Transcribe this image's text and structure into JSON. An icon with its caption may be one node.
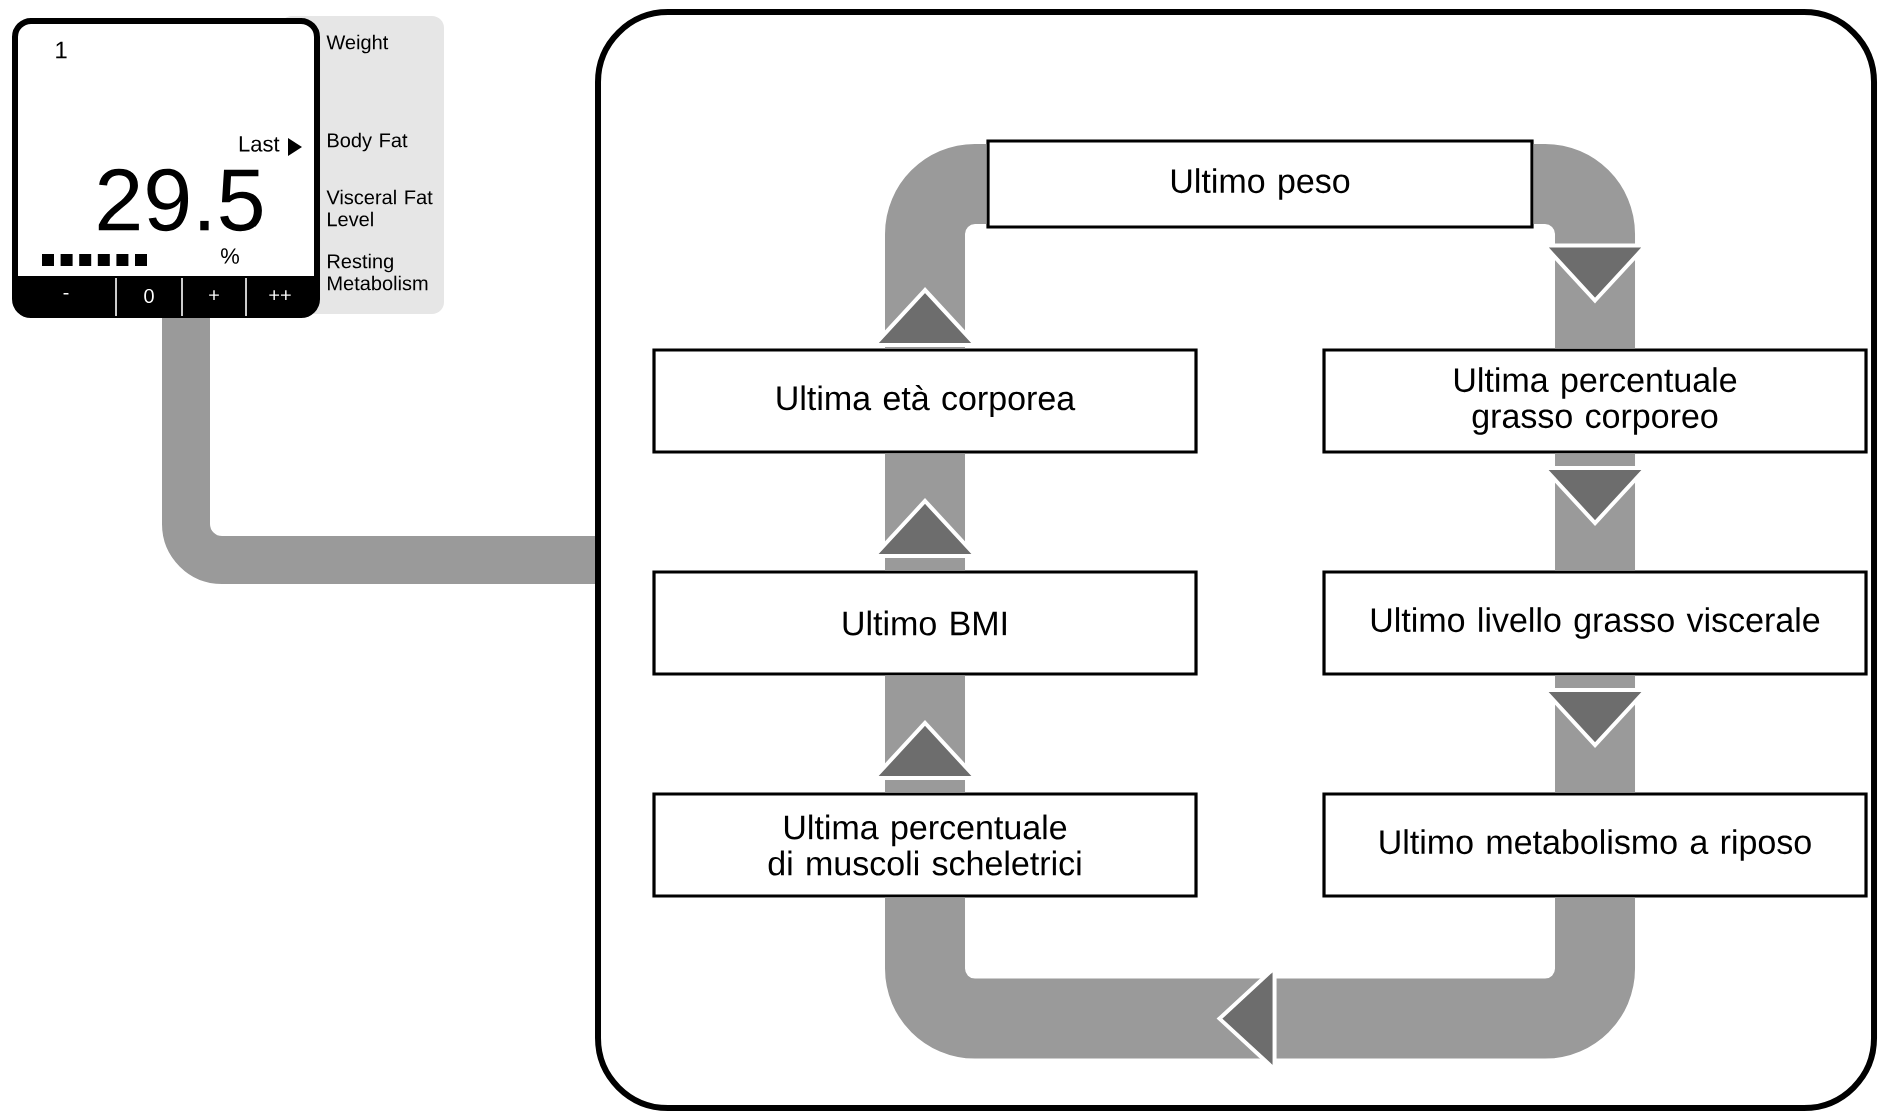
{
  "diagram": {
    "nodes": [
      {
        "text": [
          "1",
          "Last",
          "29.5",
          "%"
        ],
        "beside": [
          "Weight",
          "Body Fat",
          "Visceral Fat Level",
          "Resting Metabolism"
        ]
      },
      {
        "text": [],
        "shape": "box"
      },
      {
        "text": [
          "Ultimo peso"
        ],
        "in": 1
      },
      {
        "text": [
          "Ultima percentuale grasso corporeo"
        ],
        "in": 1
      },
      {
        "text": [
          "Ultimo livello grasso viscerale"
        ],
        "in": 1
      },
      {
        "text": [
          "Ultimo metabolismo a riposo"
        ],
        "in": 1
      },
      {
        "text": [
          "Ultima percentuale di muscoli scheletrici"
        ],
        "in": 1
      },
      {
        "text": [
          "Ultimo BMI"
        ],
        "in": 1
      },
      {
        "text": [
          "Ultima età corporea"
        ],
        "in": 1
      }
    ],
    "edges": [
      {
        "from": 0,
        "to": 1,
        "arrow": "none"
      },
      {
        "from": 2,
        "to": 3,
        "arrow": "to"
      },
      {
        "from": 3,
        "to": 4,
        "arrow": "to"
      },
      {
        "from": 4,
        "to": 5,
        "arrow": "to"
      },
      {
        "from": 5,
        "to": 6,
        "arrow": "to"
      },
      {
        "from": 6,
        "to": 7,
        "arrow": "to"
      },
      {
        "from": 7,
        "to": 8,
        "arrow": "to"
      },
      {
        "from": 8,
        "to": 2,
        "arrow": "to"
      }
    ],
    "labels": [
      "-",
      "0",
      "+",
      "++"
    ]
  }
}
